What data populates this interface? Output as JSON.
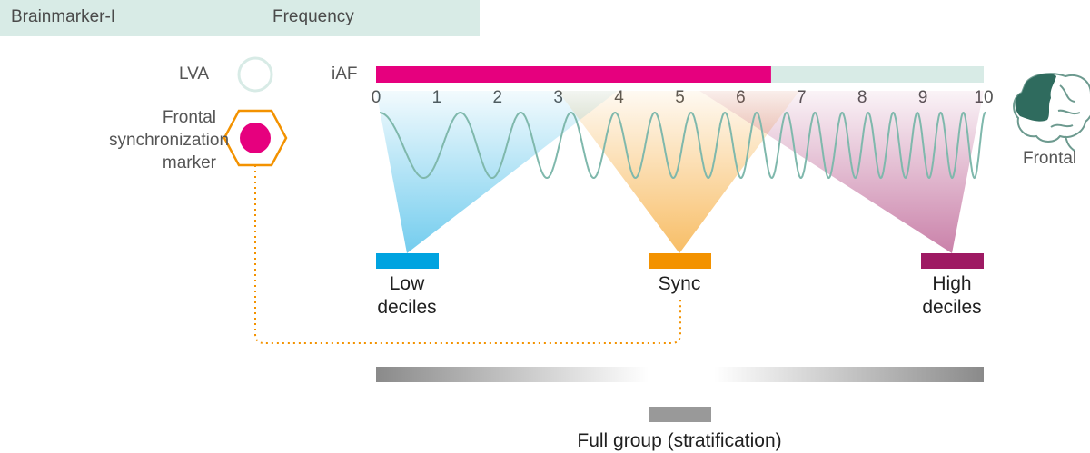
{
  "header": {
    "left_label": "Brainmarker-I",
    "right_label": "Frequency"
  },
  "markers": {
    "lva_label": "LVA",
    "frontal_label_lines": [
      "Frontal",
      "synchronization",
      "marker"
    ]
  },
  "iaf": {
    "label": "iAF",
    "filled_fraction": 0.65,
    "fill_color": "#e6007e",
    "track_color": "#d8ebe6",
    "ticks": [
      "0",
      "1",
      "2",
      "3",
      "4",
      "5",
      "6",
      "7",
      "8",
      "9",
      "10"
    ]
  },
  "brain": {
    "label": "Frontal",
    "icon": "brain-icon"
  },
  "groups": {
    "low": {
      "lines": [
        "Low",
        "deciles"
      ],
      "color": "#00a3e0"
    },
    "sync": {
      "lines": [
        "Sync"
      ],
      "color": "#f39200"
    },
    "high": {
      "lines": [
        "High",
        "deciles"
      ],
      "color": "#9e1a63"
    }
  },
  "full_group": {
    "label": "Full group (stratification)",
    "color": "#999999"
  },
  "colors": {
    "wave": "#7fb8ac",
    "connector": "#f39200",
    "hexagon": "#f39200"
  }
}
